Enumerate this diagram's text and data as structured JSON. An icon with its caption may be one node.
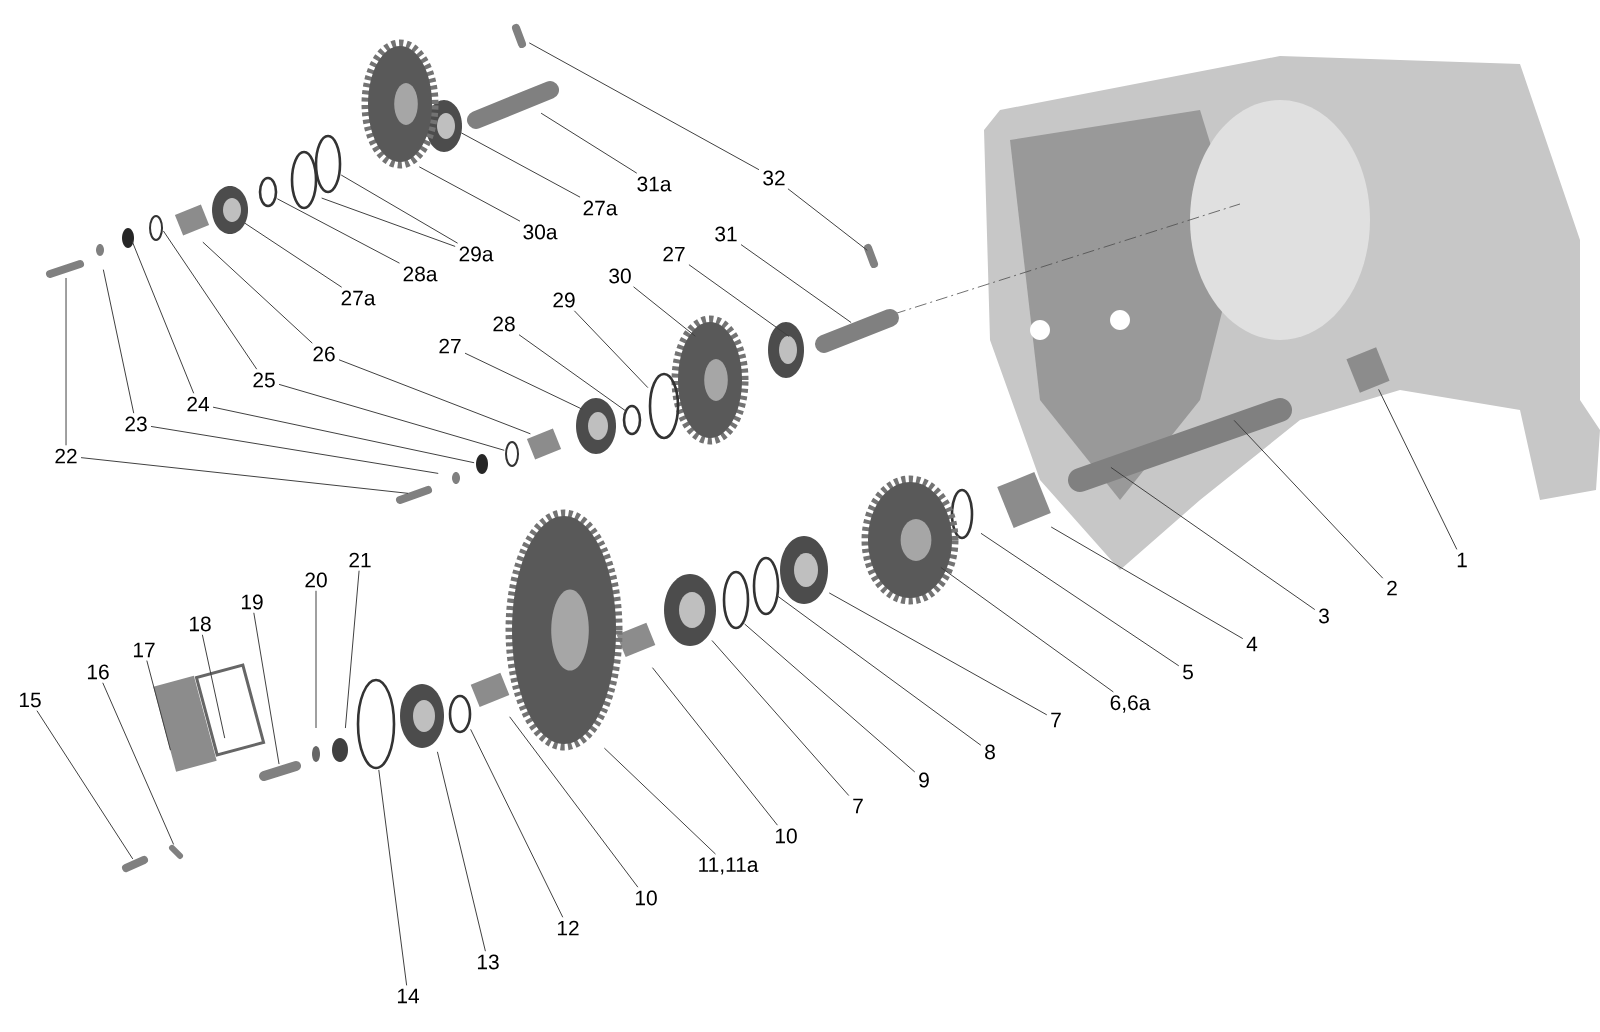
{
  "diagram": {
    "nodes": [
      {
        "text": [
          "32"
        ]
      },
      {
        "text": [
          "31a"
        ]
      },
      {
        "text": [
          "27a"
        ]
      },
      {
        "text": [
          "30a"
        ]
      },
      {
        "text": [
          "29a"
        ]
      },
      {
        "text": [
          "28a"
        ]
      },
      {
        "text": [
          "27a"
        ]
      },
      {
        "text": [
          "31"
        ]
      },
      {
        "text": [
          "27"
        ]
      },
      {
        "text": [
          "30"
        ]
      },
      {
        "text": [
          "29"
        ]
      },
      {
        "text": [
          "28"
        ]
      },
      {
        "text": [
          "27"
        ]
      },
      {
        "text": [
          "26"
        ]
      },
      {
        "text": [
          "25"
        ]
      },
      {
        "text": [
          "24"
        ]
      },
      {
        "text": [
          "23"
        ]
      },
      {
        "text": [
          "22"
        ]
      },
      {
        "text": [
          "1"
        ]
      },
      {
        "text": [
          "2"
        ]
      },
      {
        "text": [
          "3"
        ]
      },
      {
        "text": [
          "4"
        ]
      },
      {
        "text": [
          "5"
        ]
      },
      {
        "text": [
          "6,6a"
        ]
      },
      {
        "text": [
          "7"
        ]
      },
      {
        "text": [
          "8"
        ]
      },
      {
        "text": [
          "9"
        ]
      },
      {
        "text": [
          "7"
        ]
      },
      {
        "text": [
          "10"
        ]
      },
      {
        "text": [
          "11,11a"
        ]
      },
      {
        "text": [
          "10"
        ]
      },
      {
        "text": [
          "12"
        ]
      },
      {
        "text": [
          "13"
        ]
      },
      {
        "text": [
          "14"
        ]
      },
      {
        "text": [
          "21"
        ]
      },
      {
        "text": [
          "20"
        ]
      },
      {
        "text": [
          "19"
        ]
      },
      {
        "text": [
          "18"
        ]
      },
      {
        "text": [
          "17"
        ]
      },
      {
        "text": [
          "16"
        ]
      },
      {
        "text": [
          "15"
        ]
      }
    ],
    "edges": [
      {
        "from": 0,
        "to": null,
        "arrow": "none"
      },
      {
        "from": 0,
        "to": null,
        "arrow": "none"
      },
      {
        "from": 1,
        "to": null,
        "arrow": "none"
      },
      {
        "from": 2,
        "to": null,
        "arrow": "none"
      },
      {
        "from": 3,
        "to": null,
        "arrow": "none"
      },
      {
        "from": 4,
        "to": null,
        "arrow": "none"
      },
      {
        "from": 4,
        "to": null,
        "arrow": "none"
      },
      {
        "from": 5,
        "to": null,
        "arrow": "none"
      },
      {
        "from": 6,
        "to": null,
        "arrow": "none"
      },
      {
        "from": 7,
        "to": null,
        "arrow": "none"
      },
      {
        "from": 8,
        "to": null,
        "arrow": "none"
      },
      {
        "from": 9,
        "to": null,
        "arrow": "none"
      },
      {
        "from": 10,
        "to": null,
        "arrow": "none"
      },
      {
        "from": 11,
        "to": null,
        "arrow": "none"
      },
      {
        "from": 12,
        "to": null,
        "arrow": "none"
      },
      {
        "from": 13,
        "to": null,
        "arrow": "none"
      },
      {
        "from": 13,
        "to": null,
        "arrow": "none"
      },
      {
        "from": 14,
        "to": null,
        "arrow": "none"
      },
      {
        "from": 14,
        "to": null,
        "arrow": "none"
      },
      {
        "from": 15,
        "to": null,
        "arrow": "none"
      },
      {
        "from": 15,
        "to": null,
        "arrow": "none"
      },
      {
        "from": 16,
        "to": null,
        "arrow": "none"
      },
      {
        "from": 16,
        "to": null,
        "arrow": "none"
      },
      {
        "from": 17,
        "to": null,
        "arrow": "none"
      },
      {
        "from": 17,
        "to": null,
        "arrow": "none"
      },
      {
        "from": 18,
        "to": null,
        "arrow": "none"
      },
      {
        "from": 19,
        "to": null,
        "arrow": "none"
      },
      {
        "from": 20,
        "to": null,
        "arrow": "none"
      },
      {
        "from": 21,
        "to": null,
        "arrow": "none"
      },
      {
        "from": 22,
        "to": null,
        "arrow": "none"
      },
      {
        "from": 23,
        "to": null,
        "arrow": "none"
      },
      {
        "from": 24,
        "to": null,
        "arrow": "none"
      },
      {
        "from": 25,
        "to": null,
        "arrow": "none"
      },
      {
        "from": 26,
        "to": null,
        "arrow": "none"
      },
      {
        "from": 27,
        "to": null,
        "arrow": "none"
      },
      {
        "from": 28,
        "to": null,
        "arrow": "none"
      },
      {
        "from": 29,
        "to": null,
        "arrow": "none"
      },
      {
        "from": 30,
        "to": null,
        "arrow": "none"
      },
      {
        "from": 31,
        "to": null,
        "arrow": "none"
      },
      {
        "from": 32,
        "to": null,
        "arrow": "none"
      },
      {
        "from": 33,
        "to": null,
        "arrow": "none"
      },
      {
        "from": 34,
        "to": null,
        "arrow": "none"
      },
      {
        "from": 35,
        "to": null,
        "arrow": "none"
      },
      {
        "from": 36,
        "to": null,
        "arrow": "none"
      },
      {
        "from": 37,
        "to": null,
        "arrow": "none"
      },
      {
        "from": 38,
        "to": null,
        "arrow": "none"
      },
      {
        "from": 39,
        "to": null,
        "arrow": "none"
      },
      {
        "from": 40,
        "to": null,
        "arrow": "none"
      }
    ]
  }
}
